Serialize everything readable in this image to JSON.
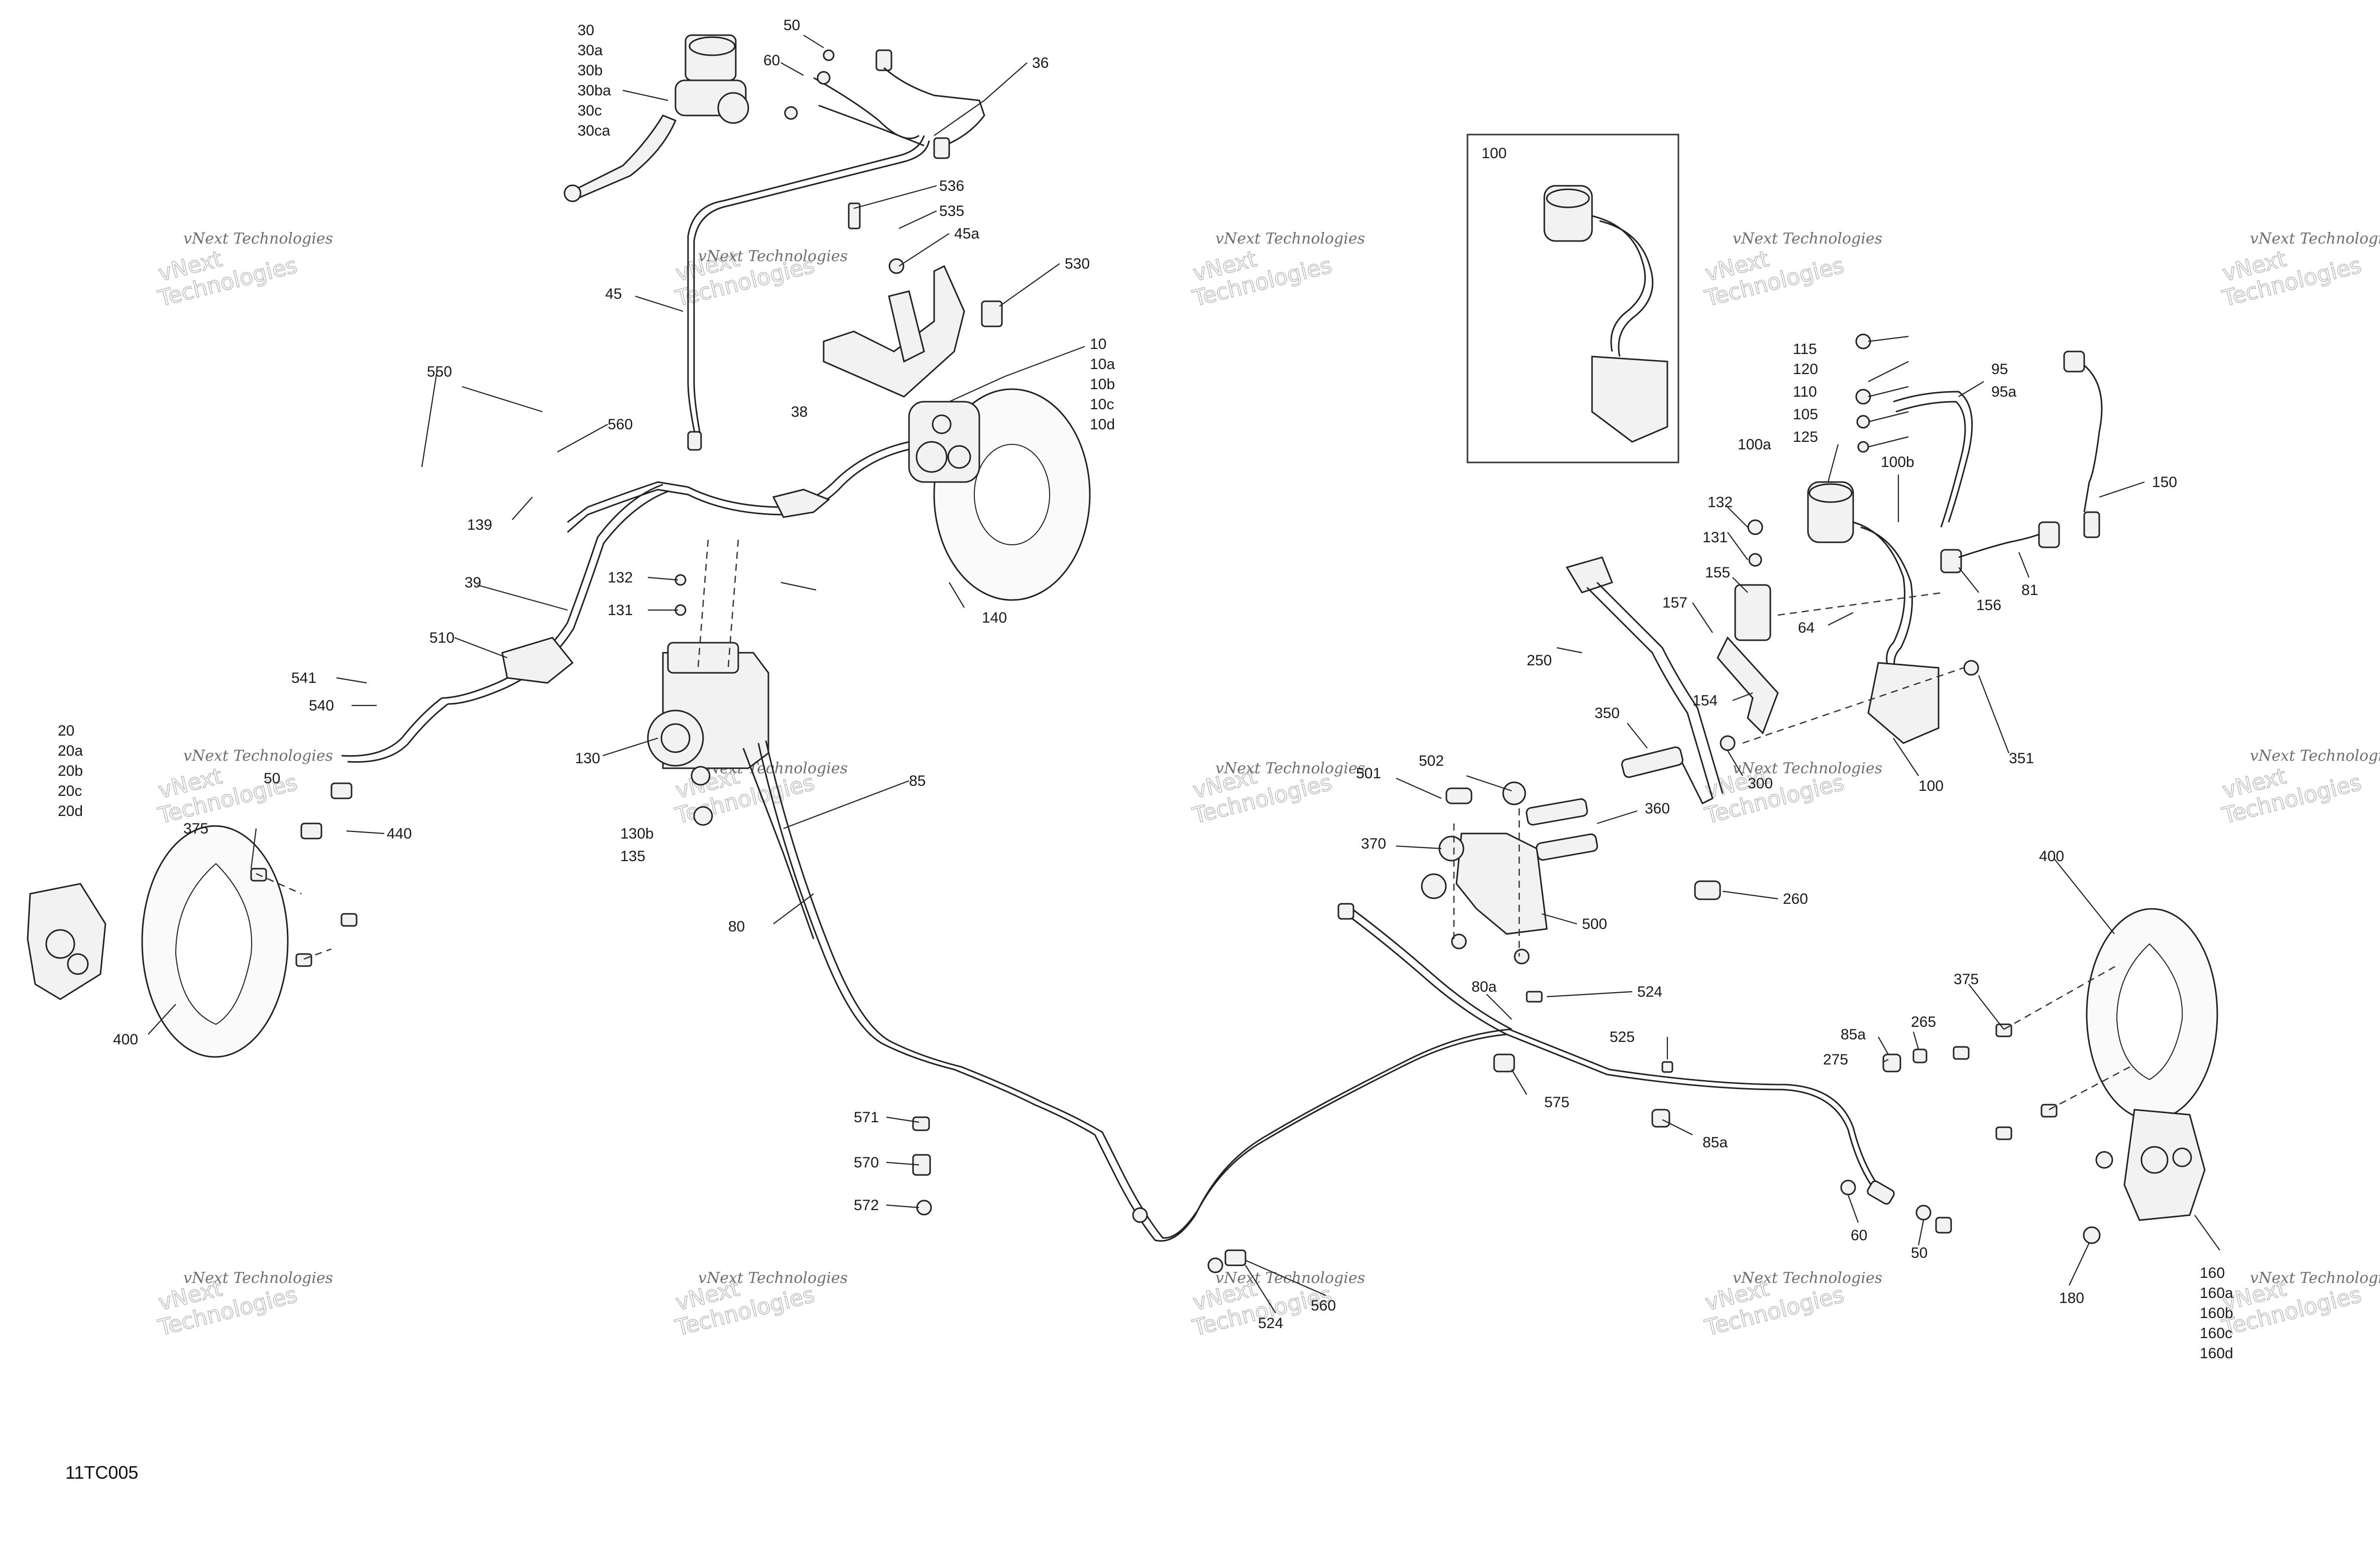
{
  "diagram_code": "11TC005",
  "watermark": {
    "line1": "vNext Technologies",
    "line2": "vNext\nTechnologies"
  },
  "labels": {
    "l30": "30",
    "l30a": "30a",
    "l30b": "30b",
    "l30ba": "30ba",
    "l30c": "30c",
    "l30ca": "30ca",
    "l50a": "50",
    "l60a": "60",
    "l36": "36",
    "l536": "536",
    "l535": "535",
    "l45a": "45a",
    "l530": "530",
    "l45": "45",
    "l10": "10",
    "l10a": "10a",
    "l10b": "10b",
    "l10c": "10c",
    "l10d": "10d",
    "l550": "550",
    "l560a": "560",
    "l38": "38",
    "l139": "139",
    "l39": "39",
    "l132a": "132",
    "l131a": "131",
    "l140": "140",
    "l510": "510",
    "l541": "541",
    "l540": "540",
    "l50b": "50",
    "l20": "20",
    "l20a": "20a",
    "l20b": "20b",
    "l20c": "20c",
    "l20d": "20d",
    "l130": "130",
    "l85a": "85",
    "l375a": "375",
    "l440": "440",
    "l130b": "130b",
    "l135": "135",
    "l80": "80",
    "l400a": "400",
    "l100box": "100",
    "l115": "115",
    "l120": "120",
    "l110": "110",
    "l105": "105",
    "l125": "125",
    "l95": "95",
    "l95a": "95a",
    "l100a": "100a",
    "l100b": "100b",
    "l150": "150",
    "l132b": "132",
    "l131b": "131",
    "l155": "155",
    "l157": "157",
    "l64": "64",
    "l156": "156",
    "l81": "81",
    "l250": "250",
    "l154": "154",
    "l350": "350",
    "l300": "300",
    "l100c": "100",
    "l351": "351",
    "l502": "502",
    "l501": "501",
    "l360": "360",
    "l370": "370",
    "l500": "500",
    "l260": "260",
    "l400b": "400",
    "l80a": "80a",
    "l524a": "524",
    "l525": "525",
    "l375b": "375",
    "l85a2": "85a",
    "l265": "265",
    "l275": "275",
    "l575": "575",
    "l85a3": "85a",
    "l571": "571",
    "l570": "570",
    "l572": "572",
    "l60b": "60",
    "l50c": "50",
    "l524b": "524",
    "l560b": "560",
    "l160": "160",
    "l160a": "160a",
    "l160b": "160b",
    "l160c": "160c",
    "l160d": "160d",
    "l180": "180"
  }
}
